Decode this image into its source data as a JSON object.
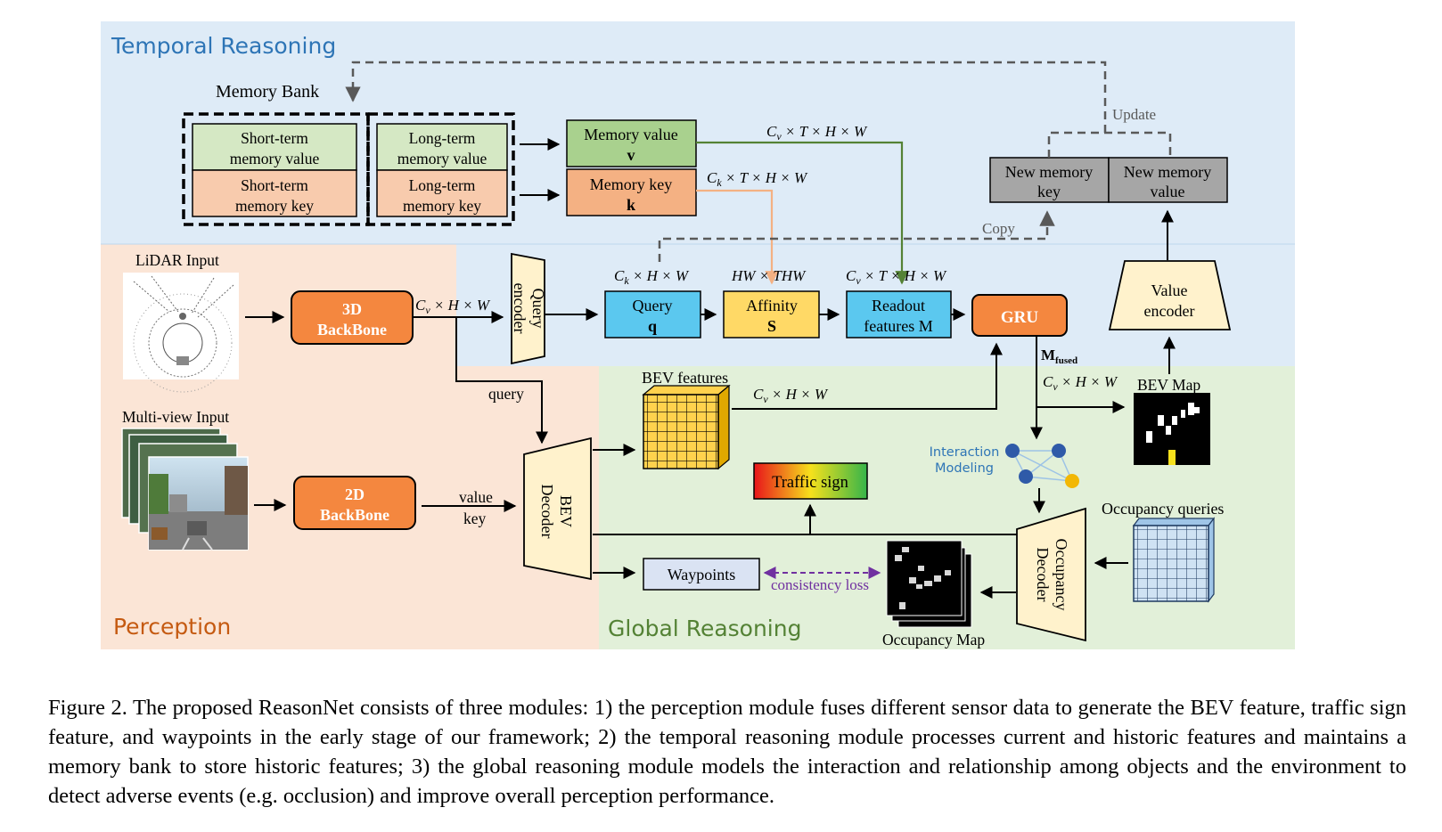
{
  "regions": {
    "temporal": "Temporal Reasoning",
    "perception": "Perception",
    "global": "Global Reasoning"
  },
  "memory_bank": {
    "title": "Memory Bank",
    "short_value": [
      "Short-term",
      "memory value"
    ],
    "short_key": [
      "Short-term",
      "memory key"
    ],
    "long_value": [
      "Long-term",
      "memory value"
    ],
    "long_key": [
      "Long-term",
      "memory key"
    ]
  },
  "memory_value": [
    "Memory value",
    "v"
  ],
  "memory_key": [
    "Memory key",
    "k"
  ],
  "new_memory_key": [
    "New memory",
    "key"
  ],
  "new_memory_value": [
    "New memory",
    "value"
  ],
  "update_label": "Update",
  "copy_label": "Copy",
  "lidar_input": "LiDAR Input",
  "multiview_input": "Multi-view Input",
  "backbone_3d": [
    "3D",
    "BackBone"
  ],
  "backbone_2d": [
    "2D",
    "BackBone"
  ],
  "query_encoder": [
    "Query",
    "encoder"
  ],
  "query_box": [
    "Query",
    "q"
  ],
  "affinity_box": [
    "Affinity",
    "S"
  ],
  "readout_box": [
    "Readout",
    "features M"
  ],
  "gru": "GRU",
  "value_encoder": [
    "Value",
    "encoder"
  ],
  "bev_decoder": [
    "BEV",
    "Decoder"
  ],
  "occupancy_decoder": [
    "Occupancy",
    "Decoder"
  ],
  "bev_features": "BEV features",
  "bev_map": "BEV Map",
  "traffic_sign": "Traffic sign",
  "waypoints": "Waypoints",
  "consistency_loss": "consistency loss",
  "interaction_modeling": [
    "Interaction",
    "Modeling"
  ],
  "occupancy_queries": "Occupancy queries",
  "occupancy_map": "Occupancy Map",
  "m_fused": [
    "M",
    "fused"
  ],
  "labels": {
    "query": "query",
    "value": "value",
    "key": "key"
  },
  "dims": {
    "cv_t_h_w": [
      "C",
      "v",
      " × T × H × W"
    ],
    "ck_t_h_w": [
      "C",
      "k",
      " × T × H × W"
    ],
    "ck_h_w": [
      "C",
      "k",
      " × H × W"
    ],
    "hw_thw": "HW × THW",
    "cv_h_w": [
      "C",
      "v",
      " × H × W"
    ]
  },
  "colors": {
    "temporal_bg": "#deebf7",
    "perception_bg": "#fbe5d6",
    "global_bg": "#e2f0d9",
    "orange_box": "#f4873f",
    "blue_box": "#5bc8ef",
    "yellow_box": "#ffd966",
    "green_box": "#a9d18e",
    "light_green": "#d5e8c4",
    "peach": "#f8cbad",
    "gray_box": "#a6a6a6",
    "decoder_fill": "#fff2cc",
    "temporal_title": "#2e75b6",
    "perception_title": "#c55a11",
    "global_title": "#548235"
  },
  "caption": "Figure 2. The proposed ReasonNet consists of three modules: 1) the perception module fuses different sensor data to generate the BEV feature, traffic sign feature, and waypoints in the early stage of our framework; 2) the temporal reasoning module processes current and historic features and maintains a memory bank to store historic features; 3) the global reasoning module models the interaction and relationship among objects and the environment to detect adverse events (e.g. occlusion) and improve overall perception performance."
}
